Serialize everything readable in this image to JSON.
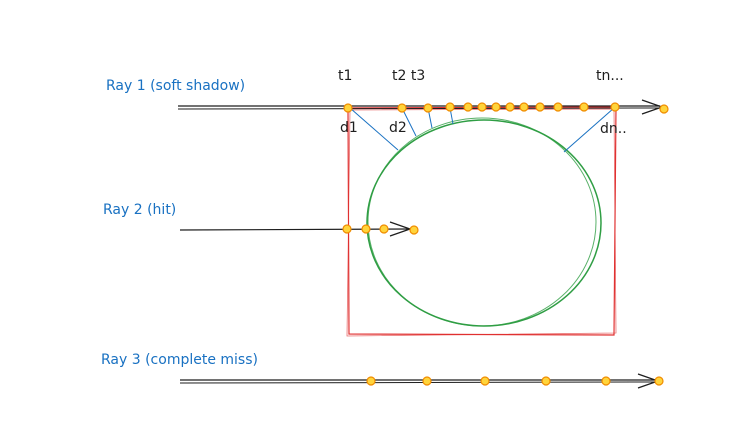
{
  "rays": [
    {
      "label": "Ray 1 (soft shadow)"
    },
    {
      "label": "Ray 2 (hit)"
    },
    {
      "label": "Ray 3 (complete miss)"
    }
  ],
  "step_labels": {
    "t1": "t1",
    "t2t3": "t2 t3",
    "tn": "tn...",
    "d1": "d1",
    "d2": "d2",
    "dn": "dn.."
  },
  "colors": {
    "ray": "#1e1e1e",
    "label": "#1971c2",
    "box": "#e03131",
    "ellipse": "#2f9e44",
    "distance": "#1971c2",
    "sample_fill": "#ffd43b",
    "sample_stroke": "#f08c00"
  }
}
